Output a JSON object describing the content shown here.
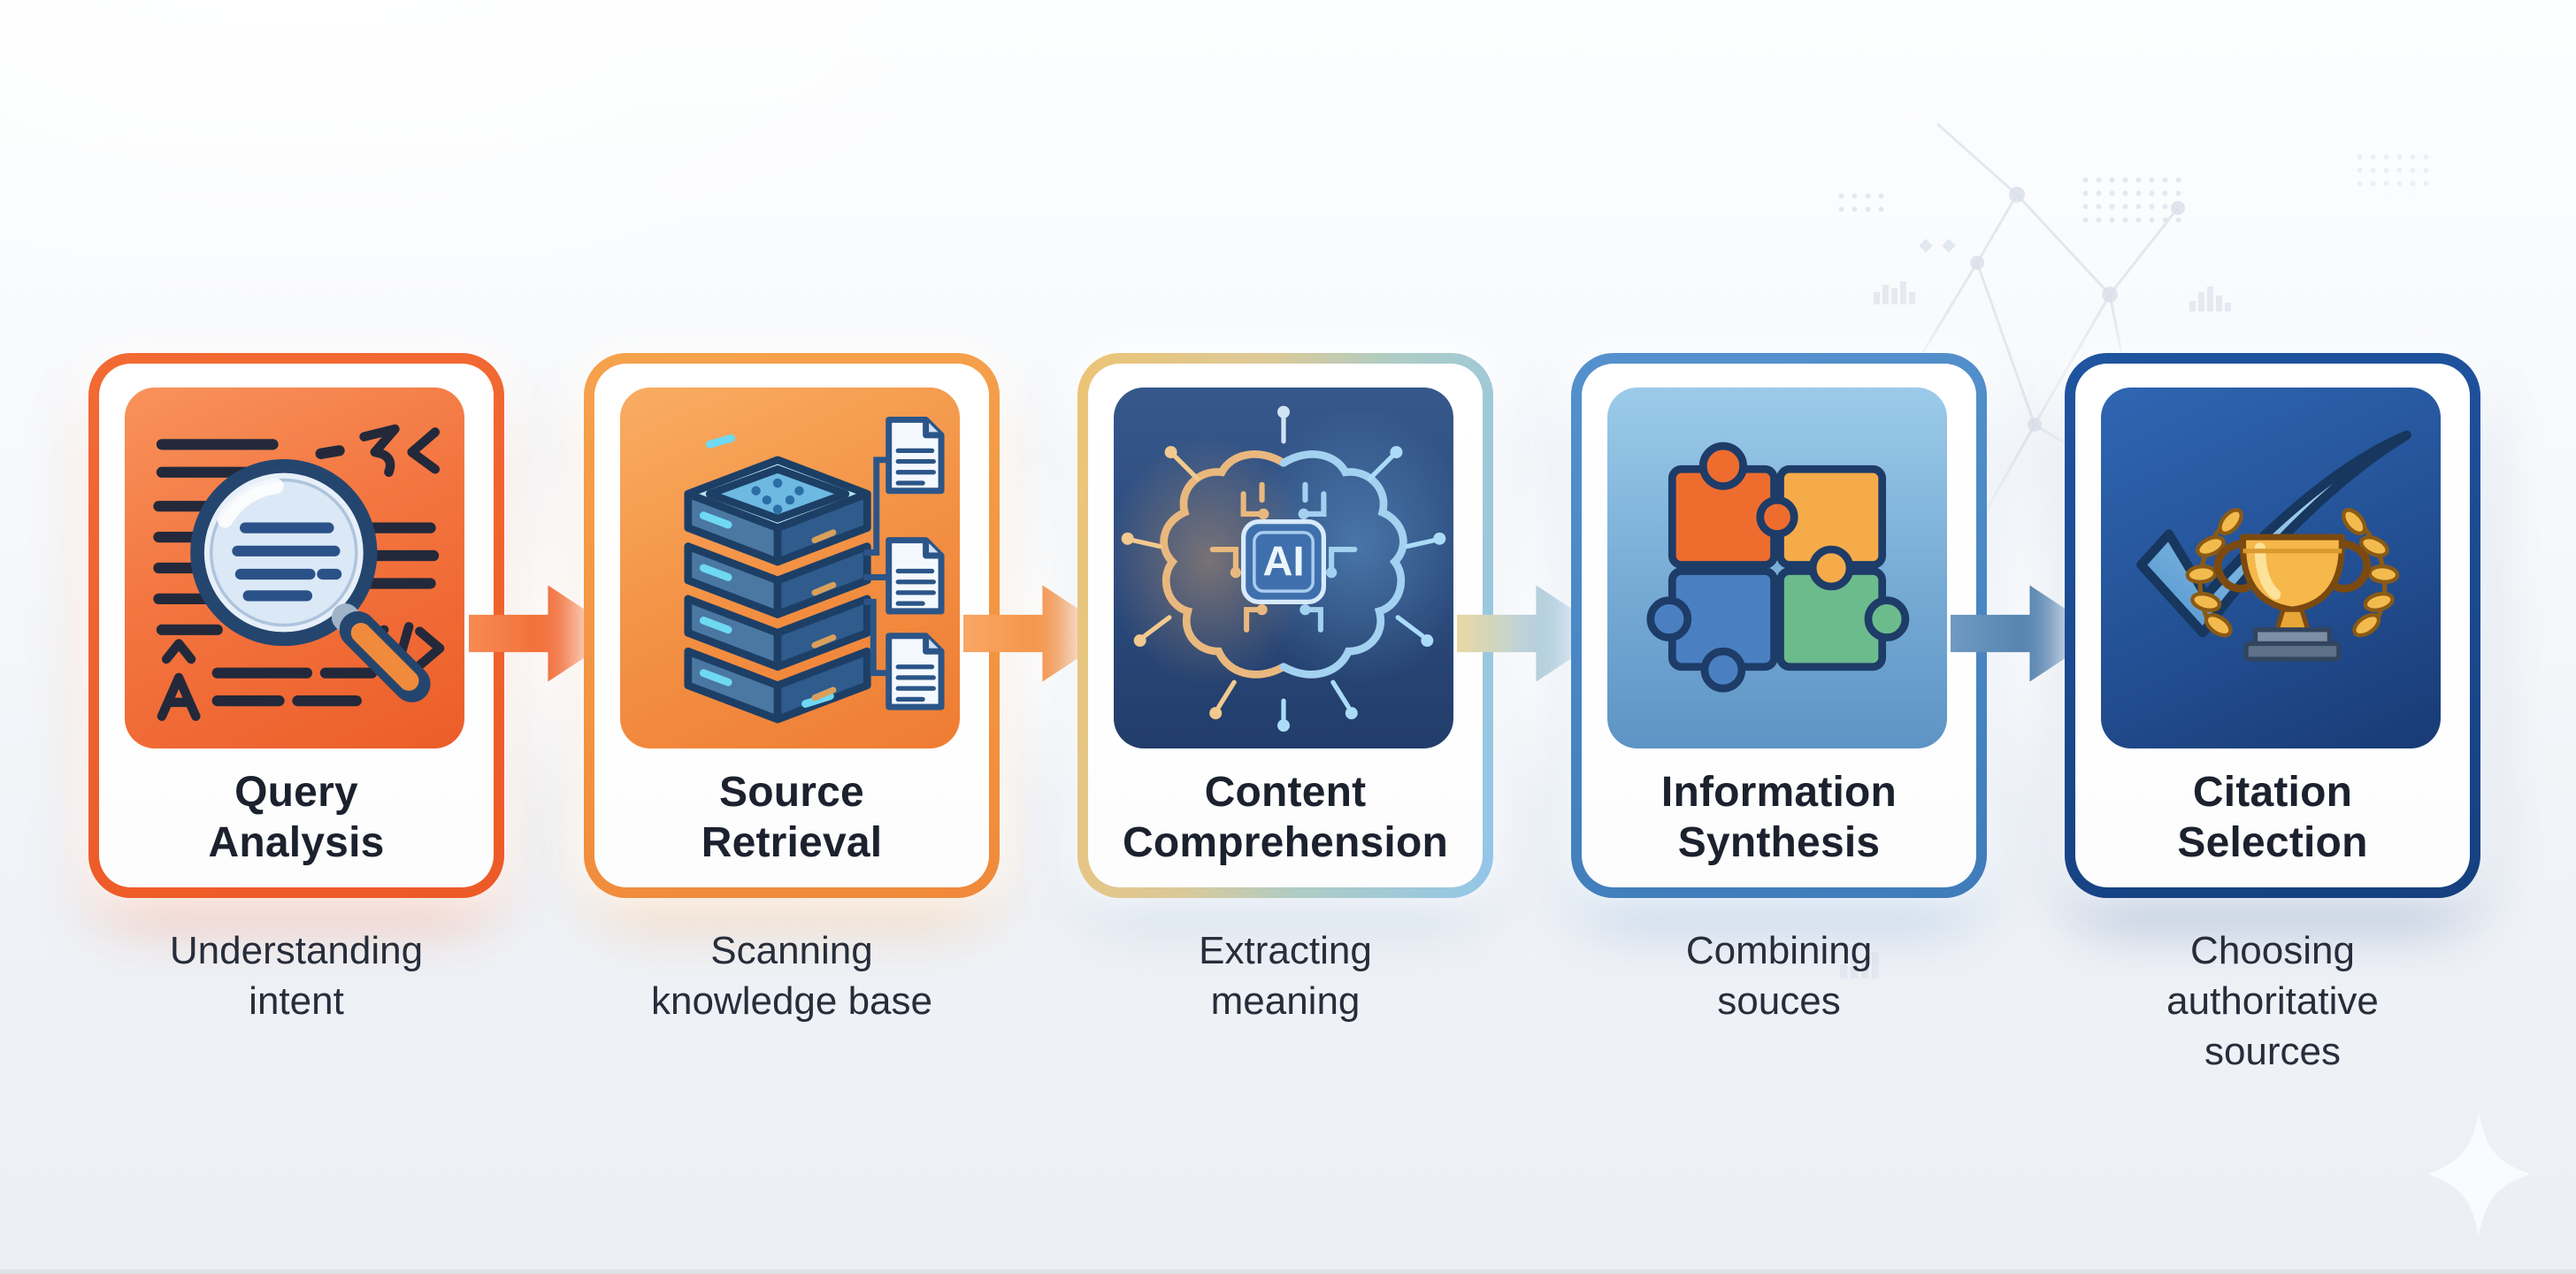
{
  "diagram": {
    "type": "process-flow",
    "background_color": "#f3f6f9",
    "steps": [
      {
        "step": 1,
        "title": "Query Analysis",
        "title_lines": [
          "Query",
          "Analysis"
        ],
        "caption": "Understanding intent",
        "caption_lines": [
          "Understanding",
          "intent"
        ],
        "icon": "search-magnifier-document-icon",
        "frame_color": "#f0602c",
        "panel_colors": [
          "#f8935b",
          "#ec5d28"
        ]
      },
      {
        "step": 2,
        "title": "Source Retrieval",
        "title_lines": [
          "Source",
          "Retrieval"
        ],
        "caption": "Scanning knowledge base",
        "caption_lines": [
          "Scanning",
          "knowledge base"
        ],
        "icon": "database-stack-documents-icon",
        "frame_color": "#f49a44",
        "panel_colors": [
          "#f9ad62",
          "#ef7c33"
        ]
      },
      {
        "step": 3,
        "title": "Content Comprehension",
        "title_lines": [
          "Content",
          "Comprehension"
        ],
        "caption": "Extracting meaning",
        "caption_lines": [
          "Extracting",
          "meaning"
        ],
        "icon": "ai-brain-chip-icon",
        "icon_label": "AI",
        "frame_colors": [
          "#ecc475",
          "#93c6e9"
        ],
        "panel_colors": [
          "#36588b",
          "#223d6a"
        ]
      },
      {
        "step": 4,
        "title": "Information Synthesis",
        "title_lines": [
          "Information",
          "Synthesis"
        ],
        "caption": "Combining souces",
        "caption_lines": [
          "Combining",
          "souces"
        ],
        "icon": "puzzle-pieces-icon",
        "frame_color": "#4a86c6",
        "panel_colors": [
          "#9ccbe9",
          "#5e94c5"
        ]
      },
      {
        "step": 5,
        "title": "Citation Selection",
        "title_lines": [
          "Citation",
          "Selection"
        ],
        "caption": "Choosing authoritative sources",
        "caption_lines": [
          "Choosing",
          "authoritative",
          "sources"
        ],
        "icon": "checkmark-trophy-icon",
        "frame_color": "#1c4a8e",
        "panel_colors": [
          "#2f66b2",
          "#193a74"
        ]
      }
    ],
    "arrows": [
      {
        "from_step": 1,
        "to_step": 2,
        "colors": [
          "#f68b52",
          "#f2622e"
        ]
      },
      {
        "from_step": 2,
        "to_step": 3,
        "colors": [
          "#f8a765",
          "#f58d3f"
        ]
      },
      {
        "from_step": 3,
        "to_step": 4,
        "colors": [
          "#e9d8a0",
          "#82b4d9"
        ]
      },
      {
        "from_step": 4,
        "to_step": 5,
        "colors": [
          "#6f9ac2",
          "#4a7aa8"
        ]
      }
    ]
  }
}
